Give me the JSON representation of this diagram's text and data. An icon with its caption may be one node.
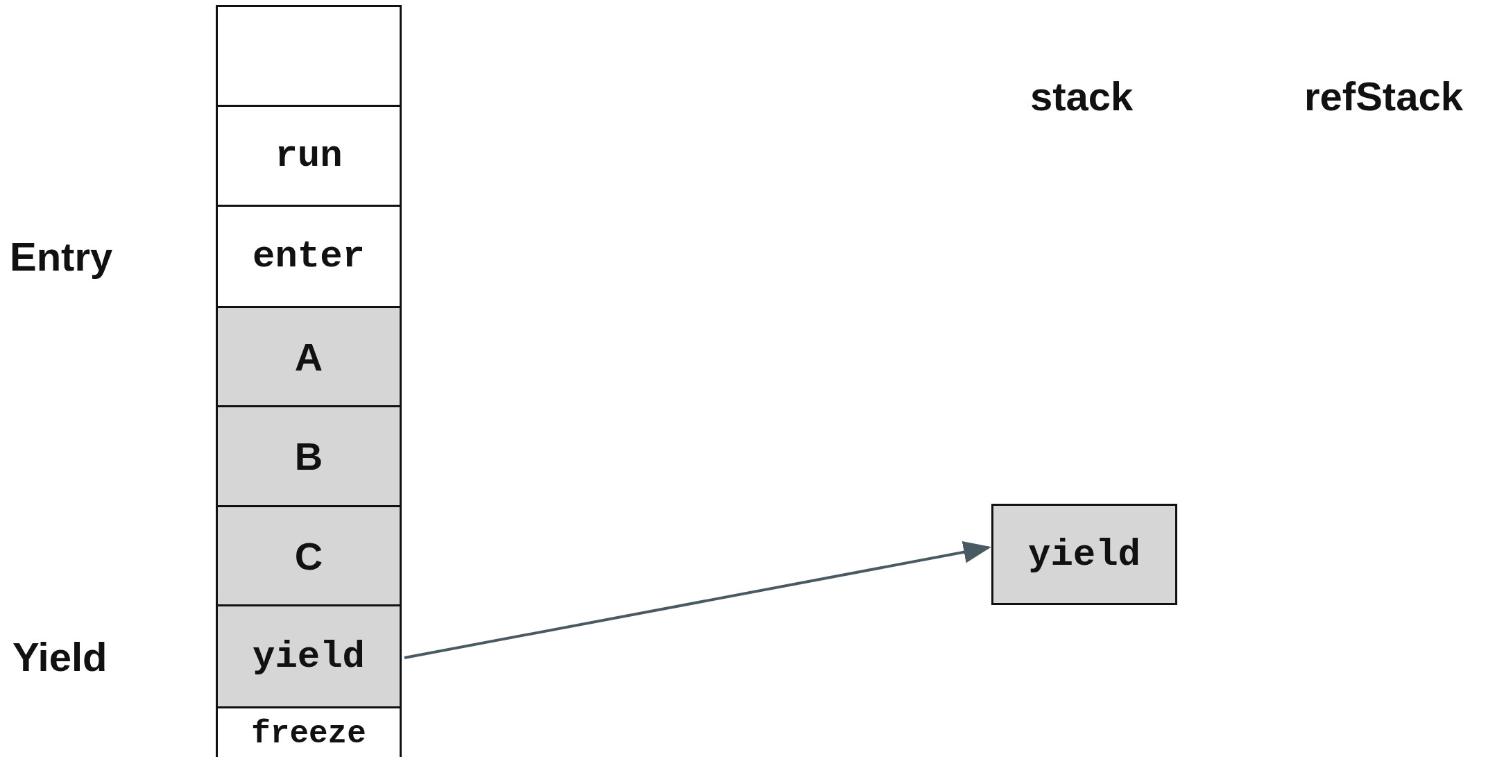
{
  "diagram": {
    "nodes": [
      {
        "text": [],
        "shape": "box"
      },
      {
        "text": [
          "run"
        ]
      },
      {
        "text": [
          "enter"
        ]
      },
      {
        "text": [
          "A"
        ]
      },
      {
        "text": [
          "B"
        ]
      },
      {
        "text": [
          "C"
        ]
      },
      {
        "text": [
          "yield"
        ]
      },
      {
        "text": [
          "freeze"
        ]
      },
      {
        "text": [
          "yield"
        ]
      }
    ],
    "edges": [
      {
        "from": 6,
        "to": 8,
        "arrow": "to"
      }
    ],
    "labels": [
      "stack",
      "refStack",
      "Entry",
      "Yield"
    ]
  }
}
